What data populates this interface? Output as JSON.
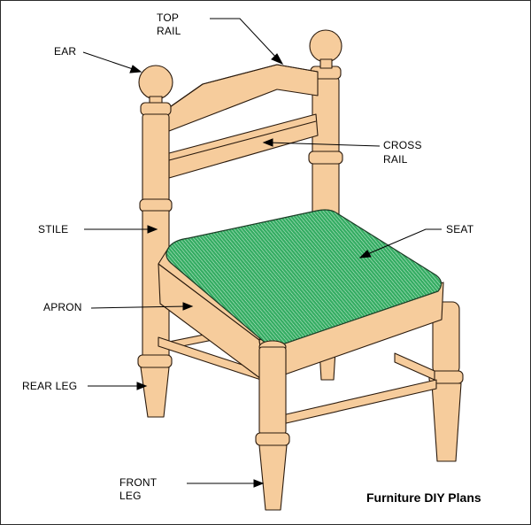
{
  "labels": {
    "ear": "EAR",
    "top_rail_1": "TOP",
    "top_rail_2": "RAIL",
    "cross_rail_1": "CROSS",
    "cross_rail_2": "RAIL",
    "stile": "STILE",
    "seat": "SEAT",
    "apron": "APRON",
    "rear_leg": "REAR LEG",
    "front_leg_1": "FRONT",
    "front_leg_2": "LEG"
  },
  "credit": "Furniture DIY Plans",
  "colors": {
    "wood": "#f6cc9c",
    "wood_outline": "#2a1a0d",
    "seat": "#3fb36b",
    "seat_stripe": "#ffffff",
    "text": "#000000"
  }
}
